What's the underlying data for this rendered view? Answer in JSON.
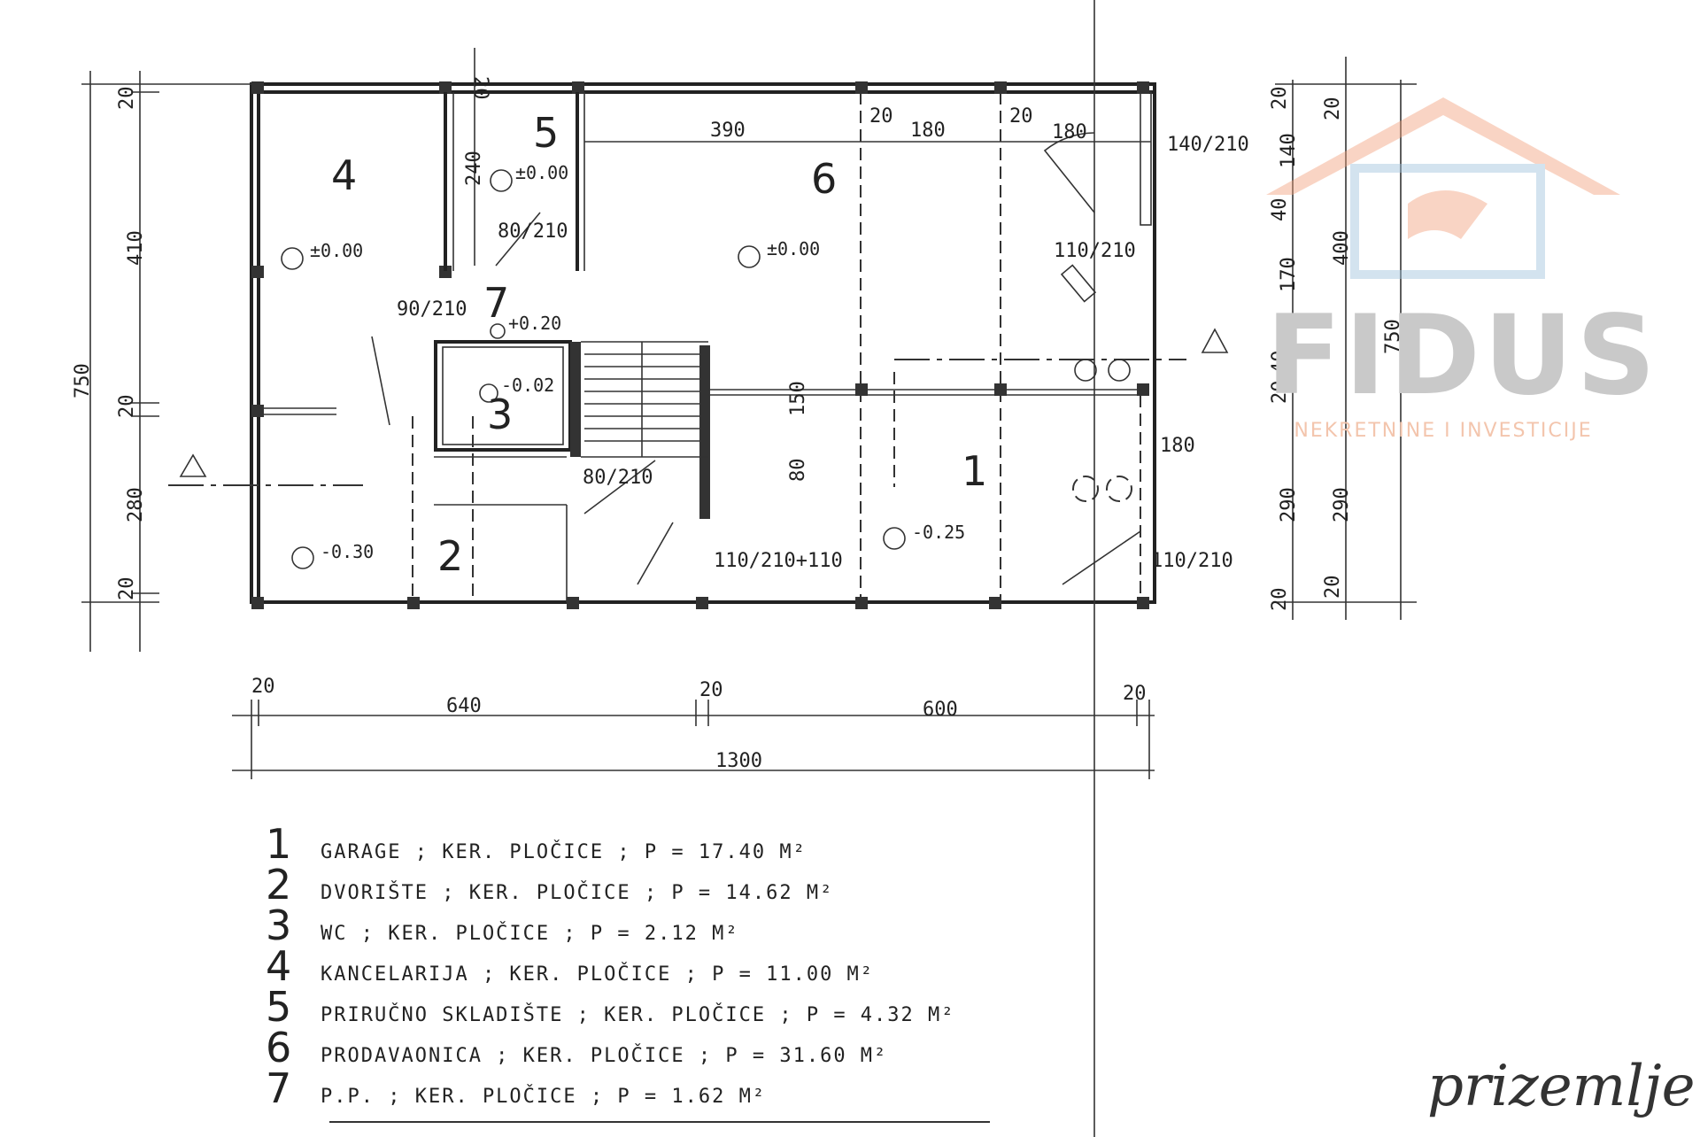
{
  "rooms": [
    {
      "num": "1",
      "level": "-0.25"
    },
    {
      "num": "2",
      "level": "-0.30"
    },
    {
      "num": "3",
      "level": "-0.02"
    },
    {
      "num": "4",
      "level": "±0.00"
    },
    {
      "num": "5",
      "level": "±0.00"
    },
    {
      "num": "6",
      "level": "±0.00"
    },
    {
      "num": "7",
      "level": "+0.20"
    }
  ],
  "dimensions": {
    "left": [
      "20",
      "410",
      "750",
      "20",
      "280",
      "20"
    ],
    "right_outer": [
      "20",
      "140",
      "40",
      "170",
      "40",
      "20",
      "290",
      "20"
    ],
    "right_inner": [
      "20",
      "400",
      "750",
      "290",
      "20"
    ],
    "bottom": [
      "20",
      "640",
      "20",
      "600",
      "20"
    ],
    "total": "1300",
    "top": [
      "20",
      "240",
      "390",
      "20",
      "180",
      "20",
      "180"
    ],
    "doors": [
      "140/210",
      "110/210",
      "110/210",
      "90/210",
      "80/210",
      "80/210",
      "180",
      "150",
      "80",
      "110/210+110"
    ]
  },
  "legend": [
    {
      "num": "1",
      "text": "GARAGE ; KER. PLOČICE ; P = 17.40 M²"
    },
    {
      "num": "2",
      "text": "DVORIŠTE ; KER. PLOČICE ; P = 14.62 M²"
    },
    {
      "num": "3",
      "text": "WC ; KER. PLOČICE ; P = 2.12 M²"
    },
    {
      "num": "4",
      "text": "KANCELARIJA ; KER. PLOČICE ; P = 11.00 M²"
    },
    {
      "num": "5",
      "text": "PRIRUČNO SKLADIŠTE ; KER. PLOČICE ; P = 4.32 M²"
    },
    {
      "num": "6",
      "text": "PRODAVAONICA ; KER. PLOČICE ; P = 31.60 M²"
    },
    {
      "num": "7",
      "text": "P.P. ; KER. PLOČICE ; P = 1.62 M²"
    }
  ],
  "watermark": {
    "brand": "FIDUS",
    "tagline": "NEKRETNINE I INVESTICIJE"
  },
  "signature": "prizemlje",
  "colors": {
    "ink": "#222222",
    "watermark_orange": "#f2a27e",
    "watermark_blue": "#9fc3dc",
    "watermark_grey": "#c9c9c9"
  }
}
